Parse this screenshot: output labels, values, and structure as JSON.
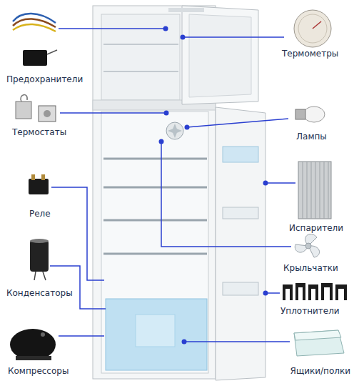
{
  "diagram": {
    "labels": [
      "Предохранители",
      "Термостаты",
      "Реле",
      "Конденсаторы",
      "Компрессоры",
      "Термометры",
      "Лампы",
      "Испарители",
      "Крыльчатки",
      "Уплотнители",
      "Ящики/полки"
    ]
  }
}
